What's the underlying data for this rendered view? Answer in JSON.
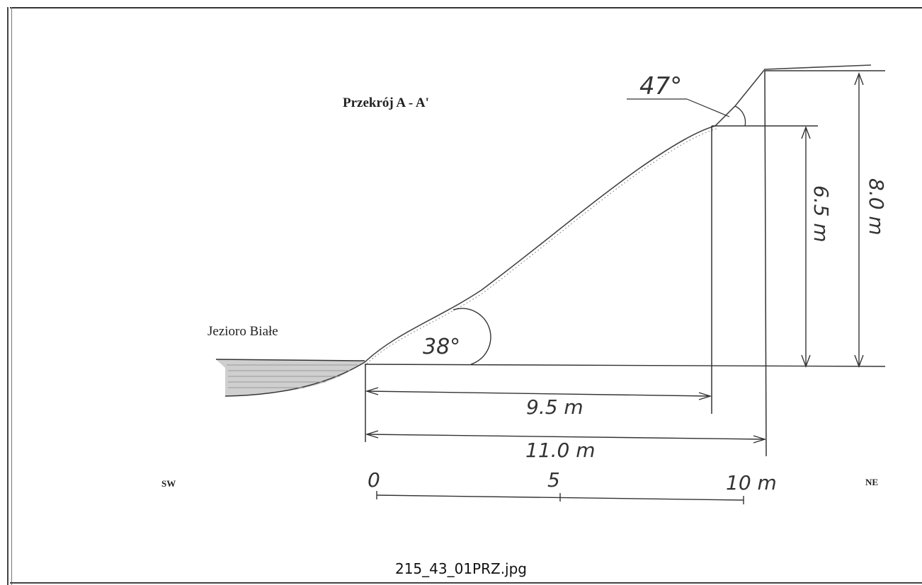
{
  "diagram": {
    "title": "Przekrój A - A'",
    "lake_label": "Jezioro Białe",
    "direction_left": "SW",
    "direction_right": "NE",
    "angle_lower": "38°",
    "angle_upper": "47°",
    "height_lower": "6.5 m",
    "height_upper": "8.0 m",
    "distance_lower": "9.5 m",
    "distance_upper": "11.0 m",
    "scale_ticks": [
      "0",
      "5",
      "10 m"
    ]
  },
  "caption": "215_43_01PRZ.jpg"
}
